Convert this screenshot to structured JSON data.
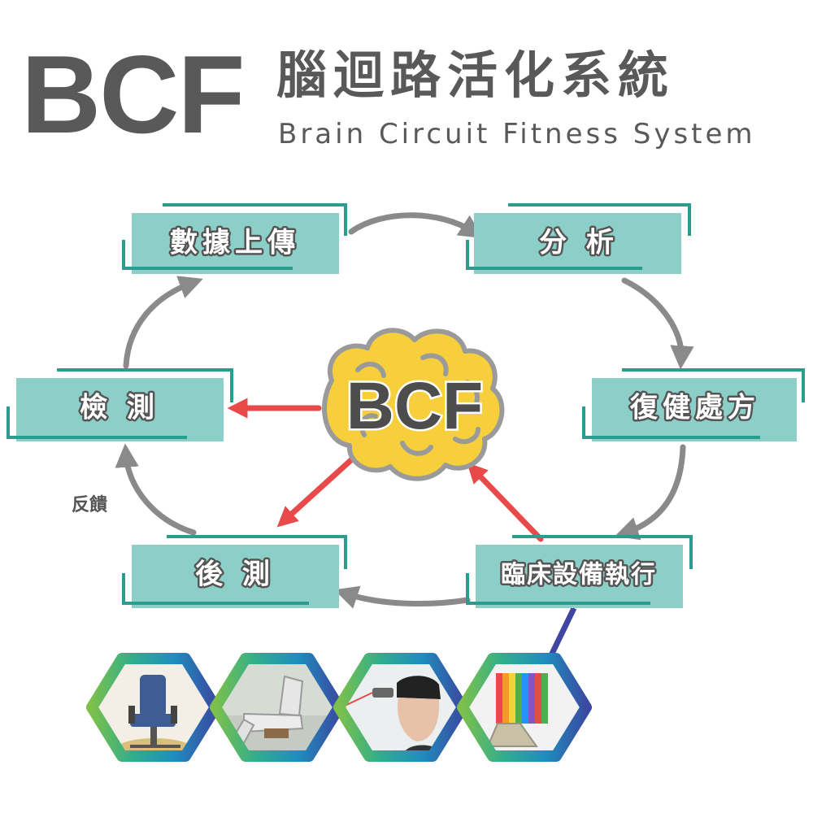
{
  "header": {
    "logo_text": "BCF",
    "title_cn": "腦迴路活化系統",
    "title_en": "Brain Circuit Fitness System"
  },
  "center": {
    "label": "BCF"
  },
  "nodes": [
    {
      "id": "upload",
      "label": "數據上傳"
    },
    {
      "id": "analysis",
      "label": "分 析"
    },
    {
      "id": "prescription",
      "label": "復健處方"
    },
    {
      "id": "execution",
      "label": "臨床設備執行"
    },
    {
      "id": "posttest",
      "label": "後 測"
    },
    {
      "id": "test",
      "label": "檢 測"
    }
  ],
  "feedback_label": "反饋",
  "colors": {
    "title": "#595959",
    "node_fill": "#8ccfc8",
    "node_frame": "#2a9d8f",
    "cycle_arrow": "#8a8a8a",
    "center_arrow": "#e84a4a",
    "brain_fill": "#f7cf3d",
    "brain_outline": "#9a9a9a"
  },
  "devices": [
    {
      "icon": "rehab-chair-icon"
    },
    {
      "icon": "recliner-chair-icon"
    },
    {
      "icon": "head-laser-icon"
    },
    {
      "icon": "color-panel-icon"
    }
  ]
}
